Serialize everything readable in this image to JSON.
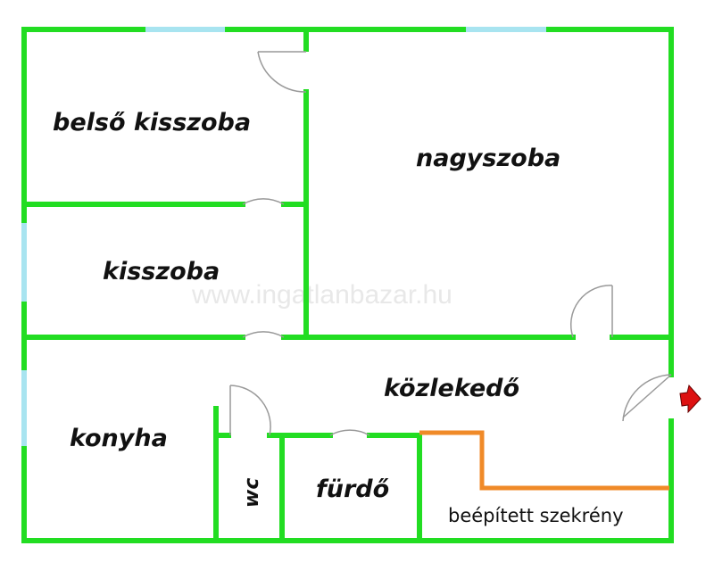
{
  "floorplan": {
    "rooms": {
      "belso_kisszoba": "belső kisszoba",
      "nagyszoba": "nagyszoba",
      "kisszoba": "kisszoba",
      "kozlekedo": "közlekedő",
      "konyha": "konyha",
      "wc": "wc",
      "furdo": "fürdő"
    },
    "annotation": "beépített szekrény",
    "watermark": "www.ingatlanbazar.hu",
    "entrance_icon": "entrance-arrow-icon",
    "colors": {
      "wall": "#22dd22",
      "window": "#a8e4f0",
      "door": "#999999",
      "wardrobe": "#f08a28",
      "entrance_arrow": "#dd1111"
    }
  }
}
